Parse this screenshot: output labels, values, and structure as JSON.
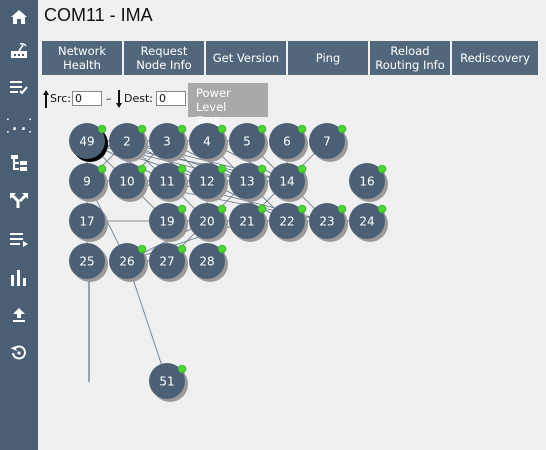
{
  "window": {
    "title": "COM11 - IMA"
  },
  "sidebar": {
    "items": [
      {
        "name": "home-icon"
      },
      {
        "name": "router-icon"
      },
      {
        "name": "checklist-icon"
      },
      {
        "name": "braces-icon"
      },
      {
        "name": "tree-icon"
      },
      {
        "name": "route-icon"
      },
      {
        "name": "queue-icon"
      },
      {
        "name": "bar-chart-icon"
      },
      {
        "name": "upload-icon"
      },
      {
        "name": "restore-icon"
      }
    ]
  },
  "toolbar": {
    "buttons": [
      {
        "label": "Network\nHealth"
      },
      {
        "label": "Request\nNode Info"
      },
      {
        "label": "Get Version"
      },
      {
        "label": "Ping"
      },
      {
        "label": "Reload\nRouting Info"
      },
      {
        "label": "Rediscovery"
      }
    ]
  },
  "controls": {
    "src_label": "Src:",
    "src_value": "0",
    "dash": "–",
    "dest_label": "Dest:",
    "dest_value": "0",
    "power_level_label": "Power Level\nTest"
  },
  "colors": {
    "sidebar": "#4a5f73",
    "toolbar": "#52677b",
    "node": "#4b6075",
    "node_shadow": "#9a9a9a",
    "status_ok": "#4cd137",
    "edge": "#5b6f82"
  },
  "network": {
    "nodes": [
      {
        "id": "49"
      },
      {
        "id": "2"
      },
      {
        "id": "3"
      },
      {
        "id": "4"
      },
      {
        "id": "5"
      },
      {
        "id": "6"
      },
      {
        "id": "7"
      },
      {
        "id": "9"
      },
      {
        "id": "10"
      },
      {
        "id": "11"
      },
      {
        "id": "12"
      },
      {
        "id": "13"
      },
      {
        "id": "14"
      },
      {
        "id": "16"
      },
      {
        "id": "17"
      },
      {
        "id": "19"
      },
      {
        "id": "20"
      },
      {
        "id": "21"
      },
      {
        "id": "22"
      },
      {
        "id": "23"
      },
      {
        "id": "24"
      },
      {
        "id": "25"
      },
      {
        "id": "26"
      },
      {
        "id": "27"
      },
      {
        "id": "28"
      },
      {
        "id": "51"
      }
    ]
  }
}
